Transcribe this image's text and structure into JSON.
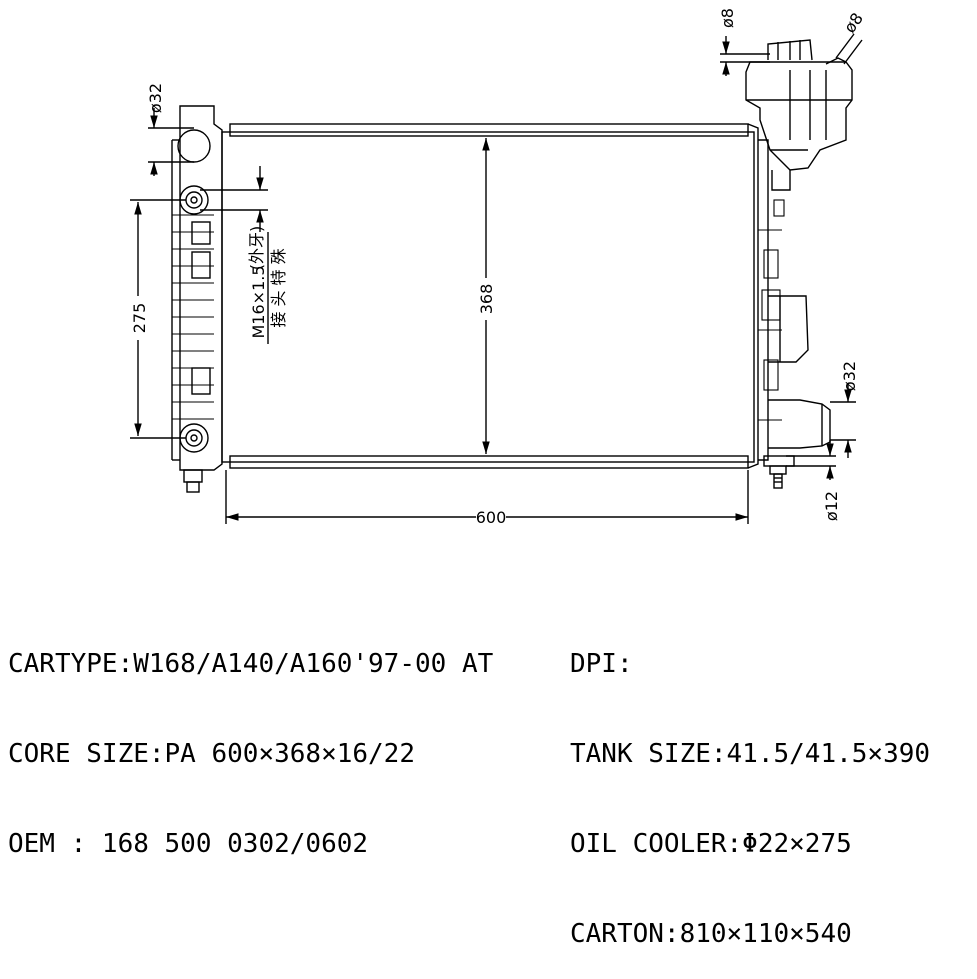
{
  "dimensions": {
    "core_width": "600",
    "core_height": "368",
    "mount_spacing": "275",
    "thread": "M16×1.5",
    "thread_note": "(外牙)",
    "thread_note2": "接 头 特 殊",
    "left_inlet_dia": "ø32",
    "right_outlet_dia": "ø32",
    "vent_top_left": "ø8",
    "vent_top_right": "ø8",
    "drain_dia": "ø12"
  },
  "specs_left": [
    "CARTYPE:W168/A140/A160'97-00 AT",
    "CORE SIZE:PA 600×368×16/22",
    "OEM : 168 500 0302/0602"
  ],
  "specs_right": [
    "DPI:",
    "TANK SIZE:41.5/41.5×390",
    "OIL COOLER:Φ22×275",
    "CARTON:810×110×540"
  ]
}
